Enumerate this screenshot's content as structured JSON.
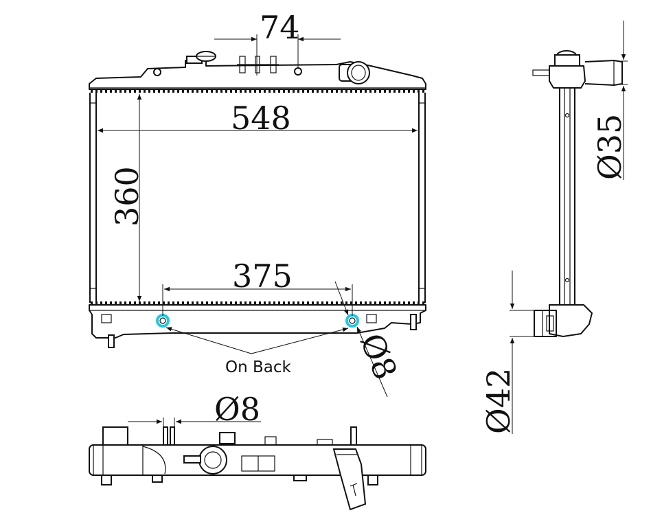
{
  "dimensions": {
    "width_74": "74",
    "width_548": "548",
    "height_360": "360",
    "spacing_375": "375",
    "mount_hole_diameter": "Ø8",
    "inlet_diameter": "Ø35",
    "outlet_diameter": "Ø42",
    "top_view_hole_diameter": "Ø8"
  },
  "annotations": {
    "on_back": "On Back"
  },
  "colors": {
    "line": "#111111",
    "highlight": "#22c8e0"
  }
}
